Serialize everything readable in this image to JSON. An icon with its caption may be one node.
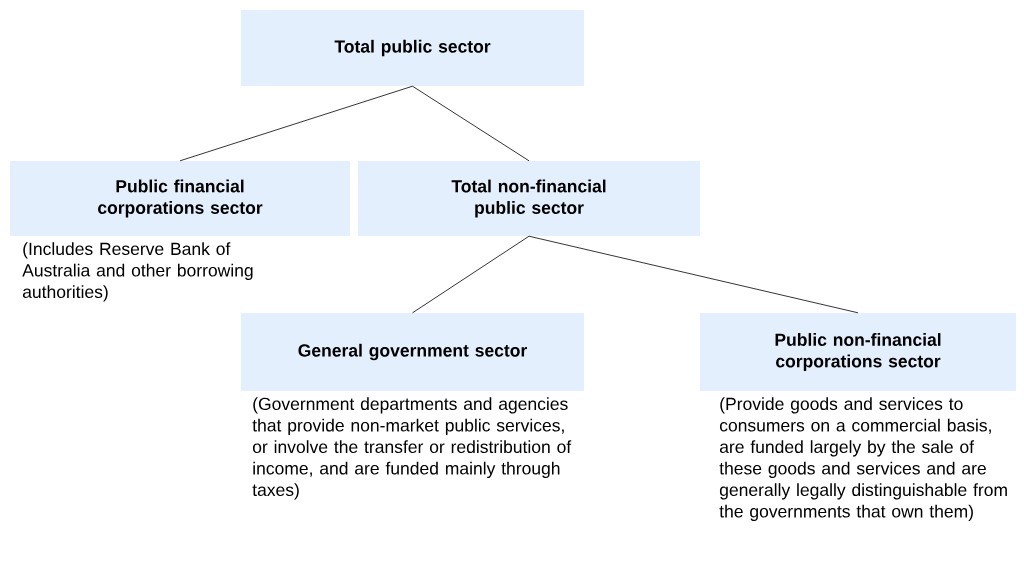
{
  "diagram": {
    "nodes": [
      {
        "text": [
          "Total public sector"
        ]
      },
      {
        "text": [
          "Public financial corporations sector"
        ],
        "beside": [
          "(Includes Reserve Bank of Australia and other borrowing authorities)"
        ]
      },
      {
        "text": [
          "Total non-financial public sector"
        ]
      },
      {
        "text": [
          "General government sector"
        ],
        "beside": [
          "(Government departments and agencies that provide non-market public services, or involve the transfer or redistribution of income, and are funded mainly through taxes)"
        ]
      },
      {
        "text": [
          "Public non-financial corporations sector"
        ],
        "beside": [
          "(Provide goods and services to consumers on a commercial basis, are funded largely by the sale of these goods and services and are generally legally distinguishable from the governments that own them)"
        ]
      }
    ],
    "edges": [
      {
        "from": 0,
        "to": 1,
        "arrow": "none"
      },
      {
        "from": 0,
        "to": 2,
        "arrow": "none"
      },
      {
        "from": 2,
        "to": 3,
        "arrow": "none"
      },
      {
        "from": 2,
        "to": 4,
        "arrow": "none"
      }
    ]
  }
}
